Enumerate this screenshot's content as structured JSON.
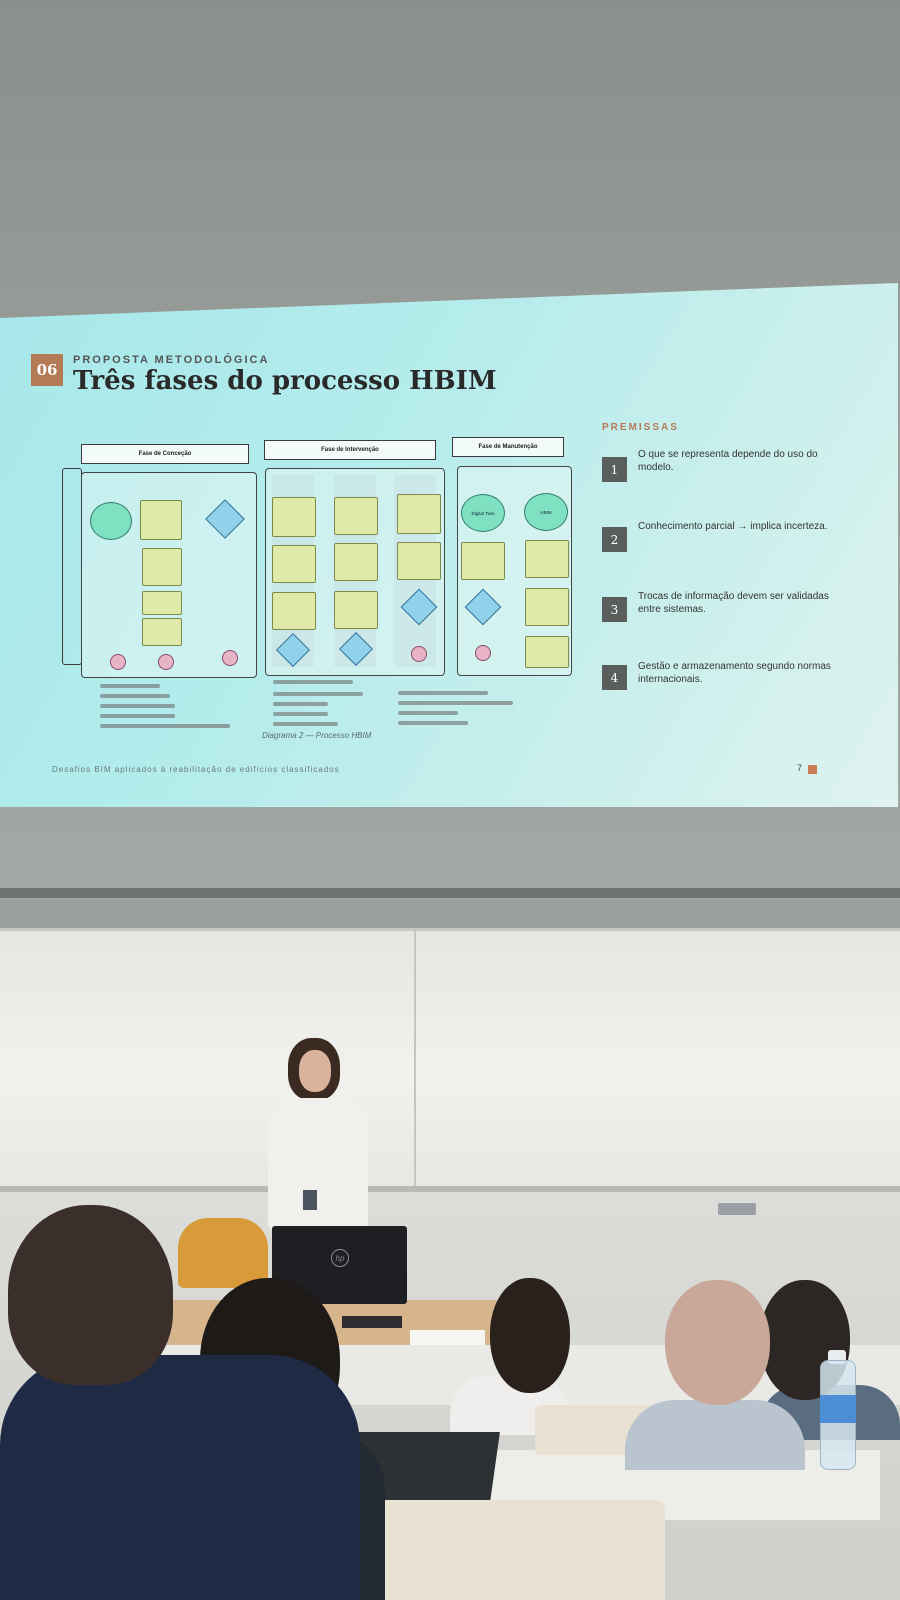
{
  "slide": {
    "section_number": "06",
    "kicker": "PROPOSTA METODOLÓGICA",
    "title": "Três fases do processo HBIM",
    "diagram_caption": "Diagrama 2 — Processo HBIM",
    "premissas_heading": "PREMISSAS",
    "premissas": [
      {
        "num": "1",
        "text": "O que se representa depende do uso do modelo."
      },
      {
        "num": "2",
        "text": "Conhecimento parcial → implica incerteza."
      },
      {
        "num": "3",
        "text": "Trocas de informação devem ser validadas entre sistemas."
      },
      {
        "num": "4",
        "text": "Gestão e armazenamento segundo normas internacionais."
      }
    ],
    "footer": "Desafios BIM aplicados à reabilitação de edifícios classificados",
    "page_number": "7",
    "accent_color": "#b47a55"
  },
  "diagram": {
    "phases": [
      "Fase de Conceção",
      "Fase de Intervenção",
      "Fase de Manutenção"
    ],
    "maintenance_nodes": [
      "Digital Twin",
      "HBIM"
    ]
  },
  "scene": {
    "monitor_logo": "hp"
  }
}
